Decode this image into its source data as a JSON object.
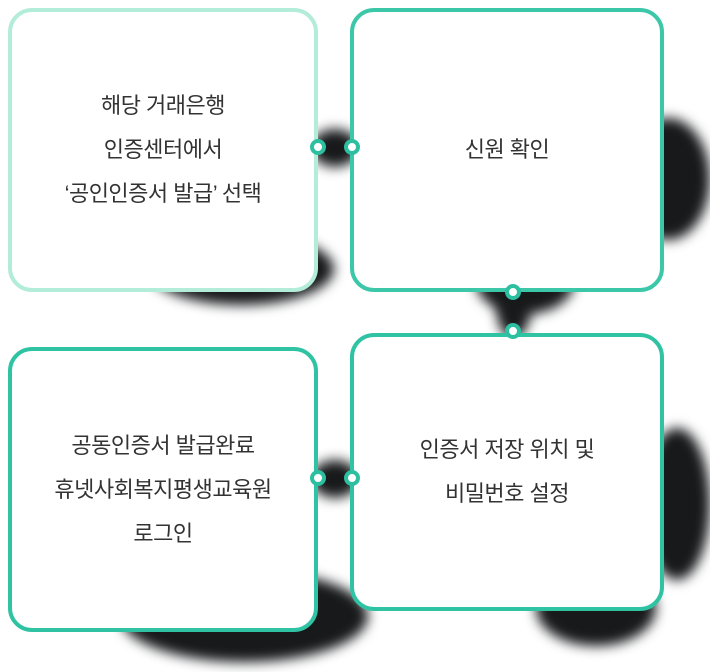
{
  "colors": {
    "card1_border": "#b3ecd9",
    "teal_border": "#32c5a5",
    "connector_ring": "#2cc0a0",
    "shadow_blob": "#17191b",
    "text": "#333333",
    "background": "#ffffff"
  },
  "steps": [
    {
      "label": "step-1",
      "lines": [
        "해당 거래은행",
        "인증센터에서",
        "‘공인인증서 발급’ 선택"
      ]
    },
    {
      "label": "step-2",
      "lines": [
        "신원 확인"
      ]
    },
    {
      "label": "step-3",
      "lines": [
        "공동인증서 발급완료",
        "휴넷사회복지평생교육원",
        "로그인"
      ]
    },
    {
      "label": "step-4",
      "lines": [
        "인증서 저장 위치 및",
        "비밀번호 설정"
      ]
    }
  ]
}
